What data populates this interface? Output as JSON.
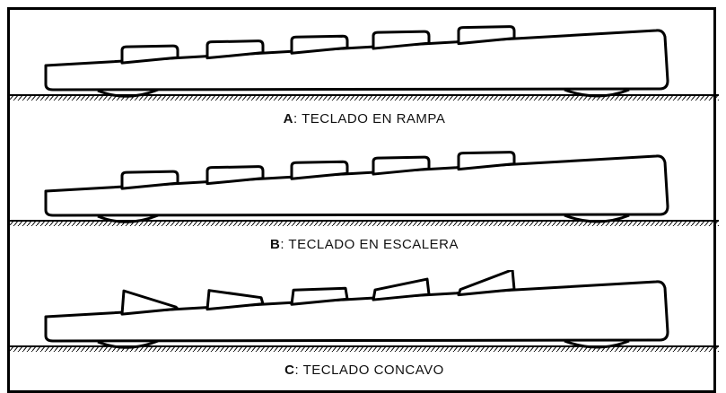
{
  "figure": {
    "panels": [
      {
        "letter": "A",
        "text": ": TECLADO EN RAMPA",
        "keycap_style": "flat"
      },
      {
        "letter": "B",
        "text": ": TECLADO EN ESCALERA",
        "keycap_style": "flat"
      },
      {
        "letter": "C",
        "text": ": TECLADO CONCAVO",
        "keycap_style": "concave"
      }
    ],
    "colors": {
      "line": "#000000",
      "background": "#ffffff"
    }
  }
}
